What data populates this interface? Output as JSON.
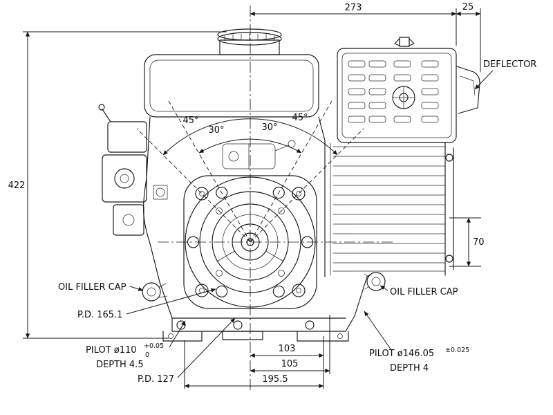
{
  "drawing": {
    "background": "#ffffff",
    "line_color": "#161616",
    "dims": {
      "d273": "273",
      "d25": "25",
      "d422": "422",
      "d70": "70",
      "d103": "103",
      "d105": "105",
      "d195_5": "195.5"
    },
    "angles": {
      "left45": "45°",
      "left30": "30°",
      "right30": "30°",
      "right45": "45°"
    },
    "callouts": {
      "deflector": "DEFLECTOR",
      "oil_filler_left": "OIL FILLER CAP",
      "oil_filler_right": "OIL FILLER CAP",
      "pd165": "P.D. 165.1",
      "pilot110": "PILOT ø110",
      "pilot110_tol_top": "+0.05",
      "pilot110_tol_bottom": "0",
      "depth45": "DEPTH 4.5",
      "pd127": "P.D. 127",
      "pilot146": "PILOT ø146.05",
      "pilot146_tol": "±0.025",
      "depth4": "DEPTH 4"
    }
  }
}
